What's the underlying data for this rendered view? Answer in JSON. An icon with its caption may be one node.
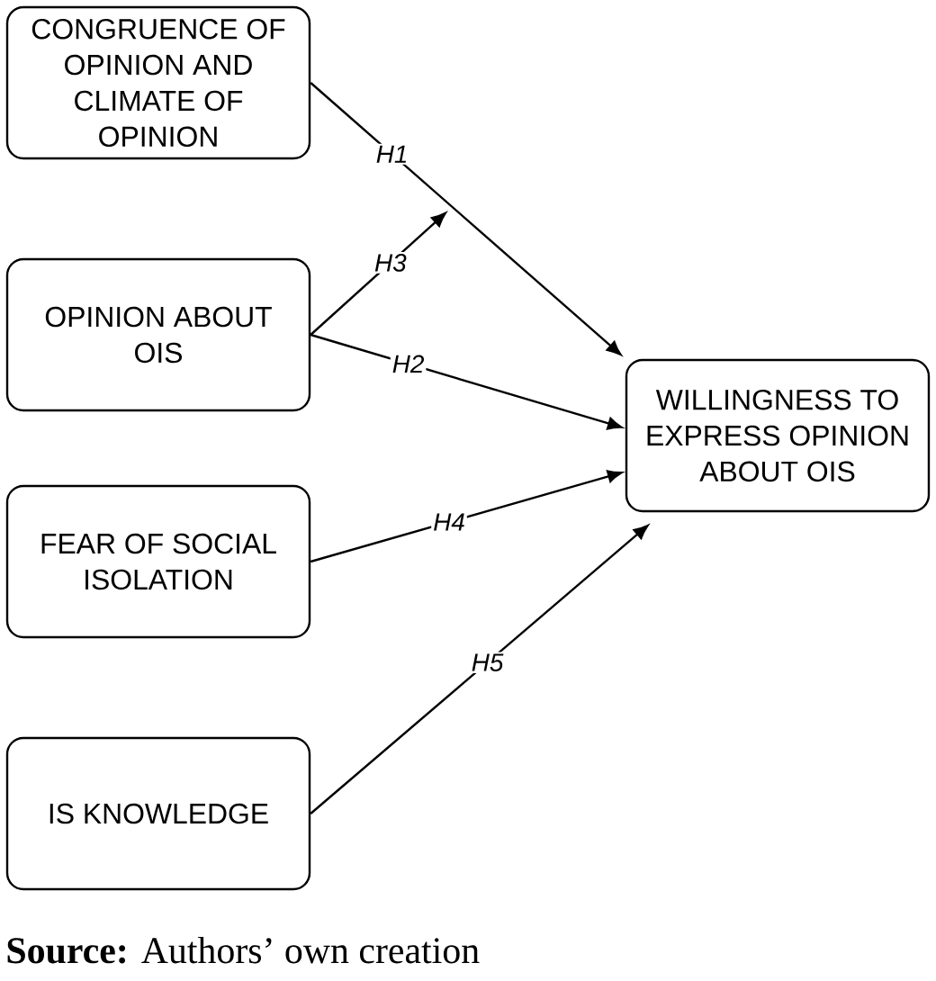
{
  "diagram": {
    "caption": "**Source:** Authors’ own creation",
    "nodes": [
      {
        "text": [
          "CONGRUENCE OF OPINION AND CLIMATE OF OPINION"
        ]
      },
      {
        "text": [
          "OPINION ABOUT OIS"
        ]
      },
      {
        "text": [
          "FEAR OF SOCIAL ISOLATION"
        ]
      },
      {
        "text": [
          "IS KNOWLEDGE"
        ]
      },
      {
        "text": [
          "WILLINGNESS TO EXPRESS OPINION ABOUT OIS"
        ]
      }
    ],
    "edges": [
      {
        "from": 0,
        "to": 4,
        "arrow": "to",
        "label": "H1"
      },
      {
        "from": 1,
        "to": null,
        "arrow": "to",
        "label": "H3"
      },
      {
        "from": 1,
        "to": 4,
        "arrow": "to",
        "label": "H2"
      },
      {
        "from": 2,
        "to": 4,
        "arrow": "to",
        "label": "H4"
      },
      {
        "from": 3,
        "to": 4,
        "arrow": "to",
        "label": "H5"
      }
    ]
  }
}
